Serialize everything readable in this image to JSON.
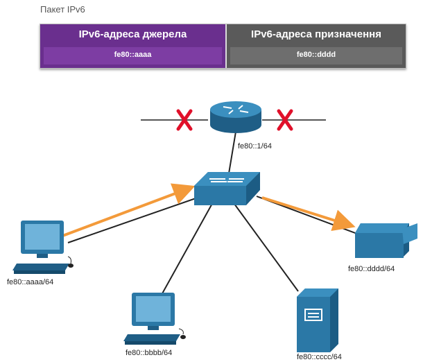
{
  "packet": {
    "title": "Пакет IPv6",
    "source_header": "IPv6-адреса джерела",
    "source_value": "fe80::aaaa",
    "dest_header": "IPv6-адреса призначення",
    "dest_value": "fe80::dddd"
  },
  "devices": {
    "router": {
      "label": "fe80::1/64",
      "icon": "router-icon"
    },
    "switch": {
      "icon": "switch-icon"
    },
    "pc_source": {
      "label": "fe80::aaaa/64",
      "icon": "pc-icon"
    },
    "pc_b": {
      "label": "fe80::bbbb/64",
      "icon": "pc-icon"
    },
    "server": {
      "label": "fe80::cccc/64",
      "icon": "server-icon"
    },
    "printer": {
      "label": "fe80::dddd/64",
      "icon": "printer-icon"
    }
  },
  "colors": {
    "source_field": "#6a2f8e",
    "dest_field": "#5a5a5a",
    "flow_arrow": "#f39a3a",
    "blocked_mark": "#e0102a",
    "device_blue": "#1f6f9a"
  }
}
